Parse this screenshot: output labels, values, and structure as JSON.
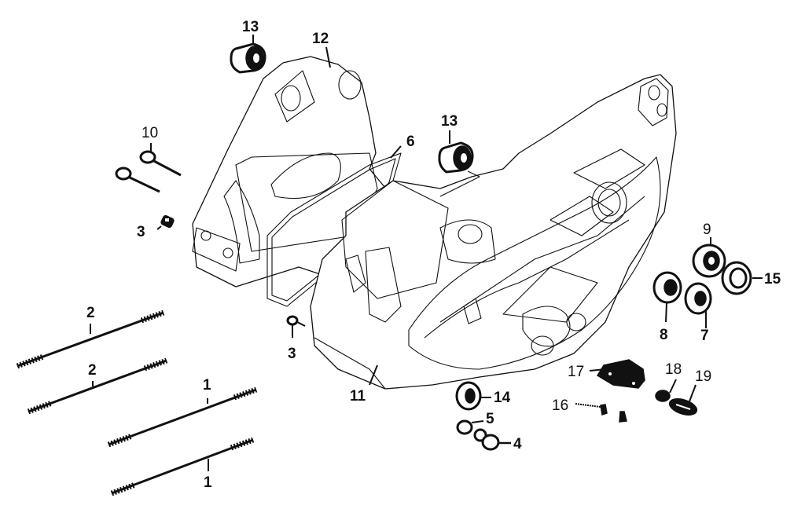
{
  "diagram": {
    "type": "exploded-parts-diagram",
    "subject": "engine crankcase assembly",
    "callouts": {
      "c1a": "1",
      "c1b": "1",
      "c2a": "2",
      "c2b": "2",
      "c3a": "3",
      "c3b": "3",
      "c4": "4",
      "c5": "5",
      "c6": "6",
      "c7": "7",
      "c8": "8",
      "c9": "9",
      "c10": "10",
      "c11": "11",
      "c12": "12",
      "c13a": "13",
      "c13b": "13",
      "c14": "14",
      "c15": "15",
      "c16": "16",
      "c17": "17",
      "c18": "18",
      "c19": "19"
    },
    "parts": [
      {
        "number": "1",
        "depicts": "long stud bolt",
        "count_shown": 2
      },
      {
        "number": "2",
        "depicts": "stud bolt",
        "count_shown": 2
      },
      {
        "number": "3",
        "depicts": "dowel pin",
        "count_shown": 2
      },
      {
        "number": "4",
        "depicts": "drain plug",
        "count_shown": 1
      },
      {
        "number": "5",
        "depicts": "washer",
        "count_shown": 1
      },
      {
        "number": "6",
        "depicts": "crankcase gasket",
        "count_shown": 1
      },
      {
        "number": "7",
        "depicts": "bearing",
        "count_shown": 1
      },
      {
        "number": "8",
        "depicts": "bearing",
        "count_shown": 1
      },
      {
        "number": "9",
        "depicts": "bearing",
        "count_shown": 1
      },
      {
        "number": "10",
        "depicts": "bolt",
        "count_shown": 2
      },
      {
        "number": "11",
        "depicts": "left crankcase",
        "count_shown": 1
      },
      {
        "number": "12",
        "depicts": "right crankcase",
        "count_shown": 1
      },
      {
        "number": "13",
        "depicts": "rubber bushing",
        "count_shown": 2
      },
      {
        "number": "14",
        "depicts": "oil seal",
        "count_shown": 1
      },
      {
        "number": "15",
        "depicts": "oil seal",
        "count_shown": 1
      },
      {
        "number": "16",
        "depicts": "screw",
        "count_shown": 2
      },
      {
        "number": "17",
        "depicts": "plate",
        "count_shown": 1
      },
      {
        "number": "18",
        "depicts": "plug",
        "count_shown": 1
      },
      {
        "number": "19",
        "depicts": "seal",
        "count_shown": 1
      }
    ]
  }
}
